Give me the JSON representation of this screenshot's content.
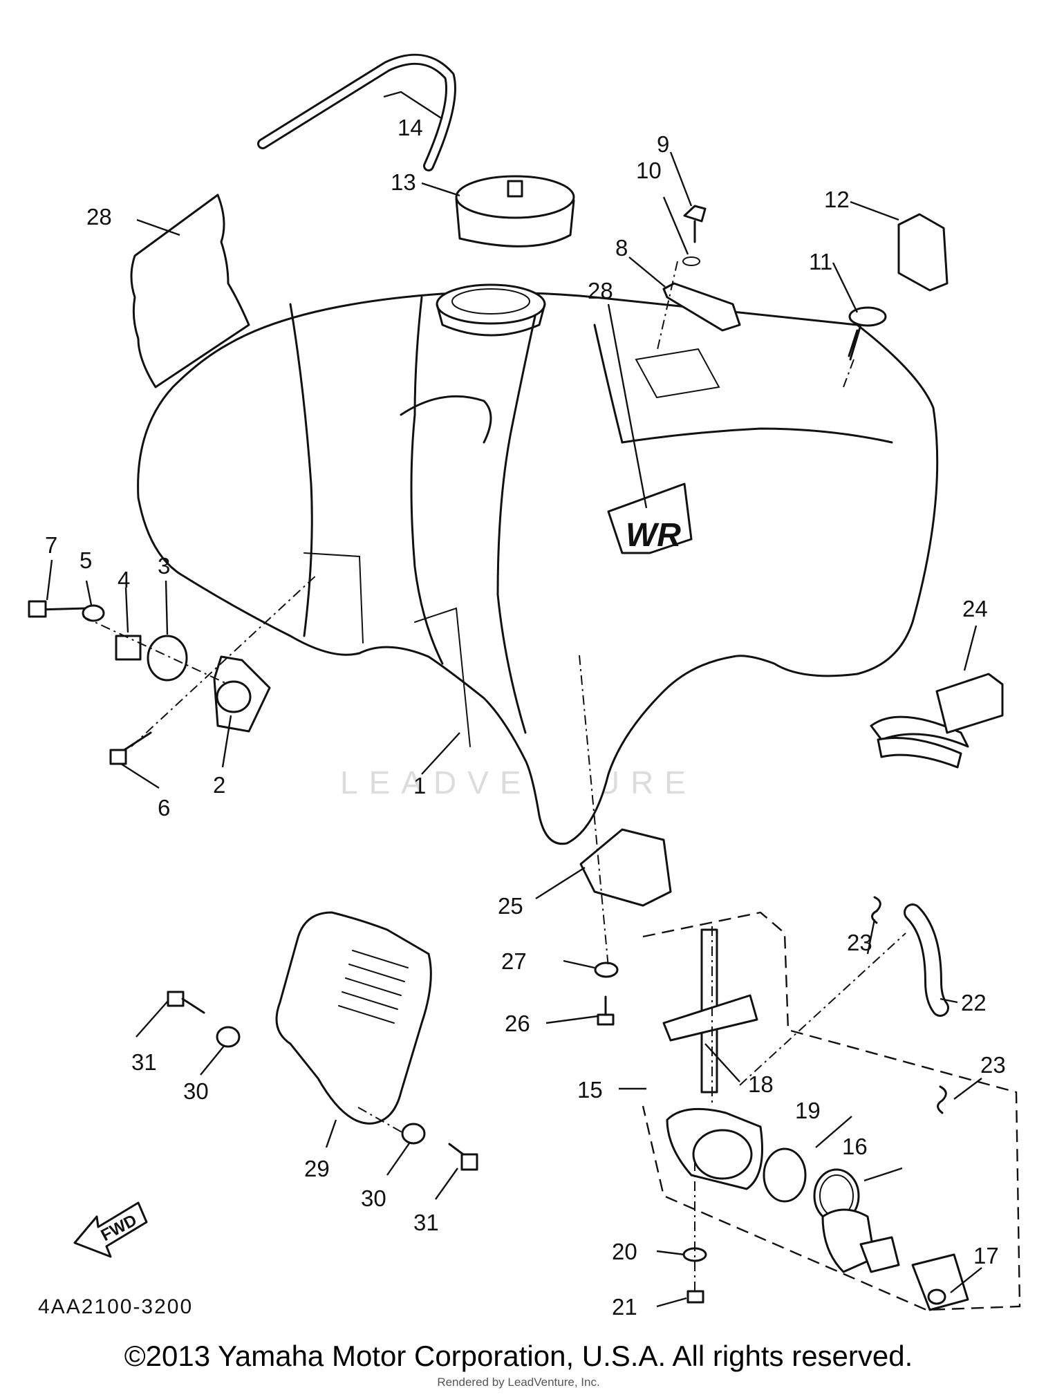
{
  "diagram": {
    "part_code": "4AA2100-3200",
    "fwd_label": "FWD",
    "tank_badge": "WR",
    "watermark": "LEADVENTURE",
    "copyright": "©2013 Yamaha Motor Corporation, U.S.A. All rights reserved.",
    "rendered_by": "Rendered by LeadVenture, Inc.",
    "callouts": [
      {
        "n": "1"
      },
      {
        "n": "2"
      },
      {
        "n": "3"
      },
      {
        "n": "4"
      },
      {
        "n": "5"
      },
      {
        "n": "6"
      },
      {
        "n": "7"
      },
      {
        "n": "8"
      },
      {
        "n": "9"
      },
      {
        "n": "10"
      },
      {
        "n": "11"
      },
      {
        "n": "12"
      },
      {
        "n": "13"
      },
      {
        "n": "14"
      },
      {
        "n": "15"
      },
      {
        "n": "16"
      },
      {
        "n": "17"
      },
      {
        "n": "18"
      },
      {
        "n": "19"
      },
      {
        "n": "20"
      },
      {
        "n": "21"
      },
      {
        "n": "22"
      },
      {
        "n": "23"
      },
      {
        "n": "23"
      },
      {
        "n": "24"
      },
      {
        "n": "25"
      },
      {
        "n": "26"
      },
      {
        "n": "27"
      },
      {
        "n": "28"
      },
      {
        "n": "28"
      },
      {
        "n": "29"
      },
      {
        "n": "30"
      },
      {
        "n": "30"
      },
      {
        "n": "31"
      },
      {
        "n": "31"
      }
    ]
  }
}
